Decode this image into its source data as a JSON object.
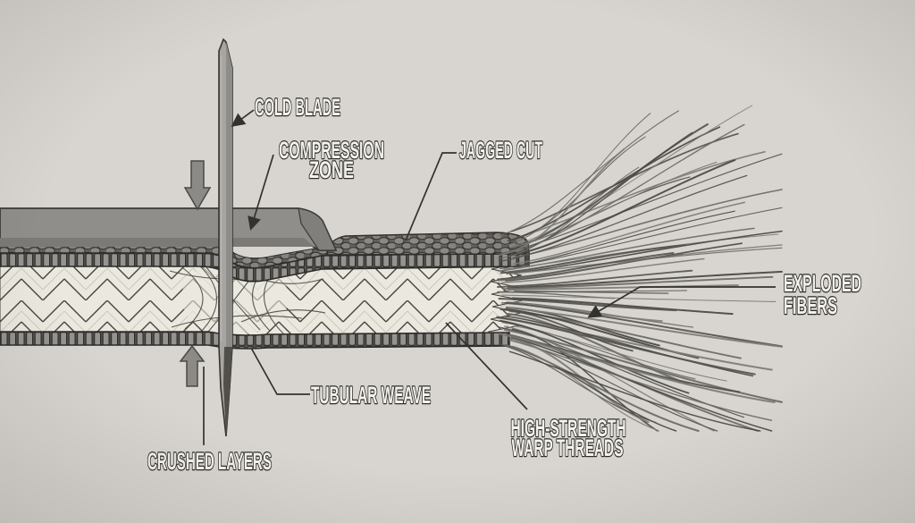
{
  "diagram": {
    "description": "Cross-section of a cold blade crushing and cutting a tubular woven strap, with exploded frayed fibers at the jagged cut end",
    "background_color": "#d8d5d0",
    "labels": {
      "cold_blade": "COLD BLADE",
      "compression_zone_1": "COMPRESSION",
      "compression_zone_2": "ZONE",
      "jagged_cut": "JAGGED CUT",
      "exploded_fibers_1": "EXPLODED",
      "exploded_fibers_2": "FIBERS",
      "tubular_weave": "TUBULAR WEAVE",
      "warp_threads_1": "HIGH-STRENGTH",
      "warp_threads_2": "WARP THREADS",
      "crushed_layers": "CRUSHED LAYERS"
    },
    "colors": {
      "background": "#d8d5d0",
      "pressure_plate": "#8f8e8a",
      "plate_shade": "#7b7a76",
      "blade": "#a6a5a1",
      "blade_bevel": "#8d8c88",
      "blade_tip_shadow": "#504f4b",
      "weave": "#ebe8df",
      "weave_line": "#45433d",
      "crimp_band": "#93928e",
      "outline": "#2f2e2a",
      "arrow": "#8b8a86",
      "label_fill": "#f4f2ed",
      "label_stroke": "#2f2d29",
      "fiber_palette": [
        "#55534e",
        "#6b6964",
        "#7d7b76",
        "#484641"
      ]
    }
  }
}
